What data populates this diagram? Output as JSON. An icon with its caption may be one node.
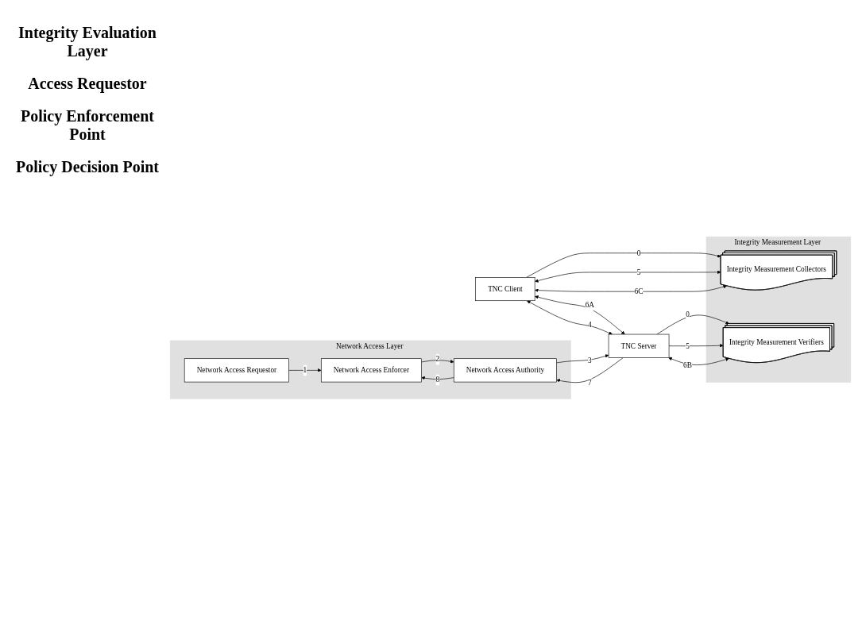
{
  "diagram": {
    "nodes": [
      {
        "text": [
          "Network Access Layer"
        ]
      },
      {
        "text": [
          "Integrity Measurement Layer"
        ]
      },
      {
        "text": [
          "Network Access Requestor"
        ],
        "in": 0
      },
      {
        "text": [
          "TNC Client"
        ]
      },
      {
        "text": [
          "Integrity Measurement Collectors"
        ],
        "in": 1
      },
      {
        "text": [
          "Network Access Enforcer"
        ],
        "in": 0
      },
      {
        "text": [
          "Network Access Authority"
        ],
        "in": 0
      },
      {
        "text": [
          "TNC Server"
        ]
      },
      {
        "text": [
          "Integrity Measurement Verifiers"
        ],
        "in": 1
      }
    ],
    "edges": [
      {
        "from": 3,
        "to": 4,
        "arrow": "to",
        "label": "0"
      },
      {
        "from": 3,
        "to": 4,
        "arrow": "both",
        "label": "5"
      },
      {
        "from": 3,
        "to": 4,
        "arrow": "both",
        "label": "6C"
      },
      {
        "from": 2,
        "to": 5,
        "arrow": "to",
        "label": "1"
      },
      {
        "from": 5,
        "to": 6,
        "arrow": "to",
        "label": "2"
      },
      {
        "from": 6,
        "to": 5,
        "arrow": "to",
        "label": "8"
      },
      {
        "from": 3,
        "to": 7,
        "arrow": "both",
        "label": "6A"
      },
      {
        "from": 3,
        "to": 7,
        "arrow": "both",
        "label": "4"
      },
      {
        "from": 6,
        "to": 7,
        "arrow": "to",
        "label": "3"
      },
      {
        "from": 7,
        "to": 6,
        "arrow": "to",
        "label": "7"
      },
      {
        "from": 7,
        "to": 8,
        "arrow": "to",
        "label": "0"
      },
      {
        "from": 7,
        "to": 8,
        "arrow": "to",
        "label": "5"
      },
      {
        "from": 7,
        "to": 8,
        "arrow": "both",
        "label": "6B"
      }
    ],
    "labels": [
      "Integrity Evaluation Layer",
      "Access Requestor",
      "Policy Enforcement Point",
      "Policy Decision Point"
    ]
  }
}
